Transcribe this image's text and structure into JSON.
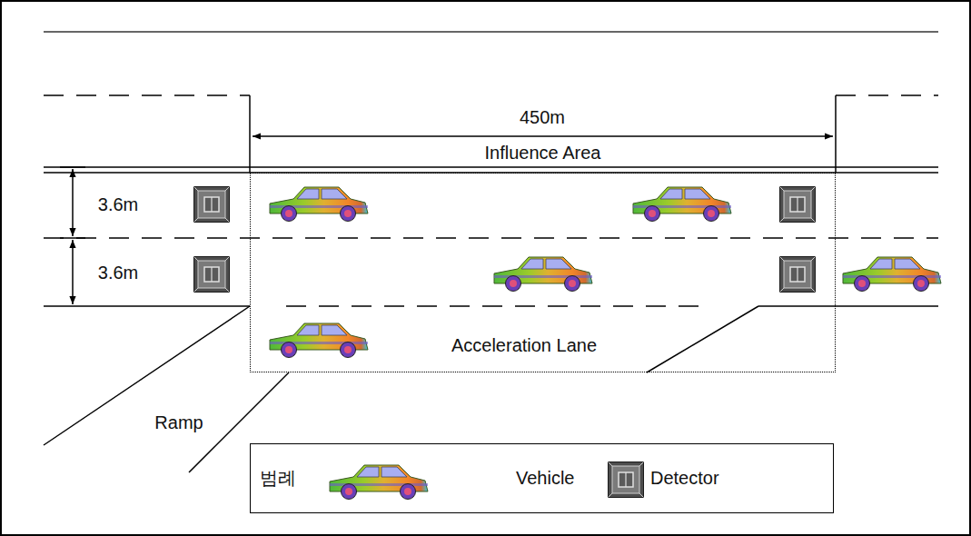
{
  "diagram": {
    "nodes": [
      {
        "text": [
          "Influence Area"
        ]
      },
      {
        "text": [
          "범례"
        ]
      }
    ],
    "labels": [
      "450m",
      "3.6m",
      "3.6m",
      "Acceleration Lane",
      "Ramp"
    ],
    "legend": [
      {
        "text": "Vehicle"
      },
      {
        "text": "Detector"
      }
    ]
  }
}
